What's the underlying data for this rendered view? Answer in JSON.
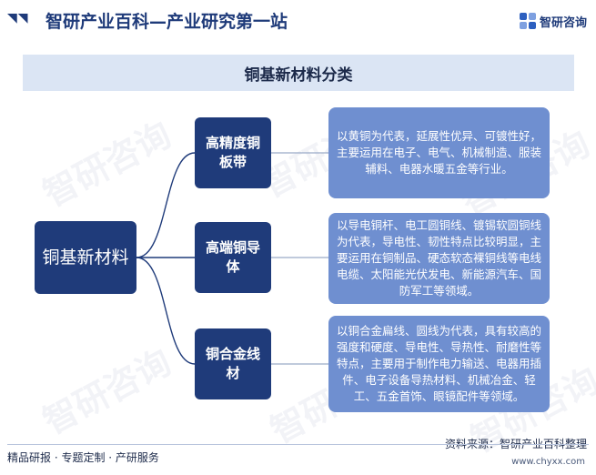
{
  "header": {
    "title": "智研产业百科—产业研究第一站",
    "logo_text": "智研咨询"
  },
  "diagram": {
    "title": "铜基新材料分类",
    "root": "铜基新材料",
    "categories": [
      {
        "label": "高精度铜板带",
        "description": "以黄铜为代表，延展性优异、可镀性好，主要运用在电子、电气、机械制造、服装辅料、电器水暖五金等行业。"
      },
      {
        "label": "高端铜导体",
        "description": "以导电铜杆、电工圆铜线、镀锡软圆铜线为代表，导电性、韧性特点比较明显，主要运用在铜制品、硬态软态裸铜线等电线电缆、太阳能光伏发电、新能源汽车、国防军工等领域。"
      },
      {
        "label": "铜合金线材",
        "description": "以铜合金扁线、圆线为代表，具有较高的强度和硬度、导电性、导热性、耐磨性等特点，主要用于制作电力输送、电器用插件、电子设备导热材料、机械冶金、轻工、五金首饰、眼镜配件等领域。"
      }
    ]
  },
  "footer": {
    "left": "精品研报 · 专题定制 · 产研服务",
    "source": "资料来源：智研产业百科整理",
    "url": "www.chyxx.com"
  },
  "colors": {
    "dark_blue": "#1f3b7a",
    "light_blue": "#6f8fd0",
    "banner_bg": "#dbe5f4"
  },
  "icons": [
    "logo-mark-icon"
  ]
}
